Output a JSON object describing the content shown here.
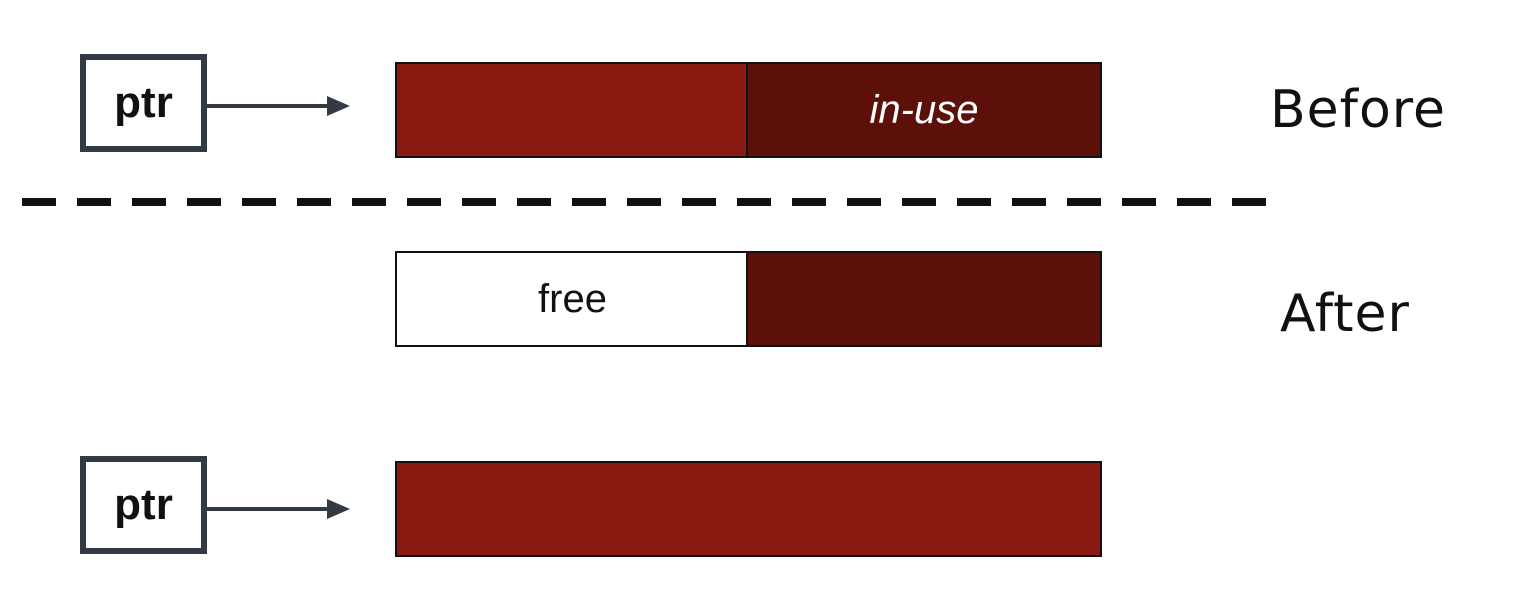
{
  "before": {
    "pointer_label": "ptr",
    "left_block_label": "",
    "right_block_label": "in-use",
    "state_label": "Before"
  },
  "after": {
    "left_block_label": "free",
    "right_block_label": "",
    "state_label": "After",
    "pointer_label": "ptr",
    "merged_block_label": ""
  },
  "colors": {
    "block_red": "#8b1a13",
    "block_dark": "#5d0f09",
    "block_free": "#ffffff",
    "outline": "#111111",
    "pointer_border": "#333a44",
    "in_use_text": "#ffffff"
  }
}
